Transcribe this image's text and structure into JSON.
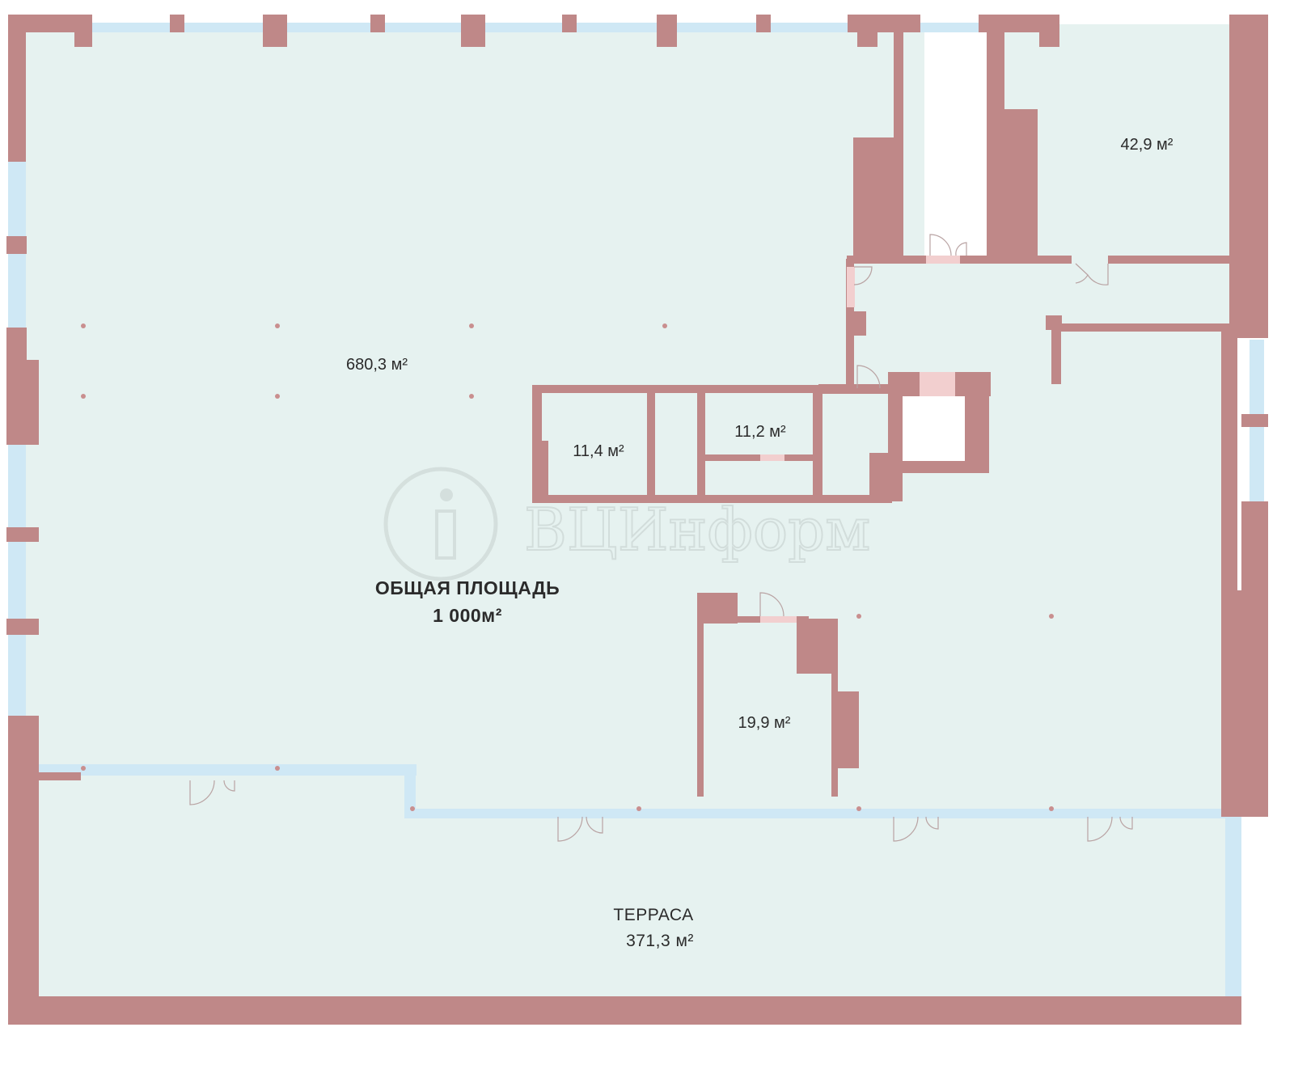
{
  "plan": {
    "total_label": "ОБЩАЯ ПЛОЩАДЬ",
    "total_value": "1 000м²",
    "rooms": [
      {
        "id": "main-hall",
        "area": "680,3 м²"
      },
      {
        "id": "room-top-right",
        "area": "42,9 м²"
      },
      {
        "id": "room-small-a",
        "area": "11,4 м²"
      },
      {
        "id": "room-small-b",
        "area": "11,2 м²"
      },
      {
        "id": "room-lower",
        "area": "19,9 м²"
      }
    ],
    "terrace": {
      "label": "ТЕРРАСА",
      "area": "371,3 м²"
    }
  },
  "watermark": {
    "text": "ВЦИнформ"
  },
  "colors": {
    "wall": "#bf8888",
    "floor": "#e6f2f0",
    "window": "#cfe8f5",
    "door_sill": "#f2cfcf"
  }
}
